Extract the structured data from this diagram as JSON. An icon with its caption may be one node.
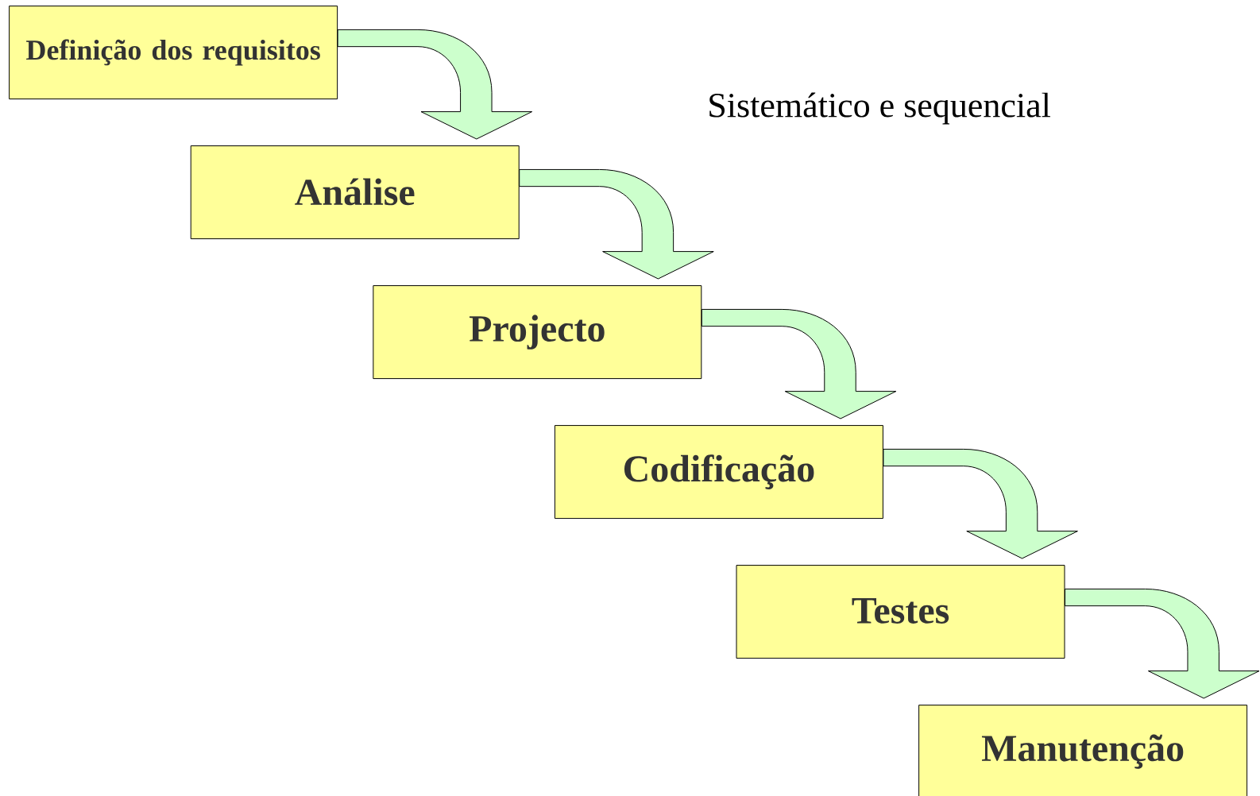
{
  "diagram": {
    "nodes": [
      {
        "text": [
          "Definição dos requisitos"
        ]
      },
      {
        "text": [
          "Análise"
        ]
      },
      {
        "text": [
          "Projecto"
        ]
      },
      {
        "text": [
          "Codificação"
        ]
      },
      {
        "text": [
          "Testes"
        ]
      },
      {
        "text": [
          "Manutenção"
        ]
      }
    ],
    "edges": [
      {
        "from": 0,
        "to": 1,
        "arrow": "to"
      },
      {
        "from": 1,
        "to": 2,
        "arrow": "to"
      },
      {
        "from": 2,
        "to": 3,
        "arrow": "to"
      },
      {
        "from": 3,
        "to": 4,
        "arrow": "to"
      },
      {
        "from": 4,
        "to": 5,
        "arrow": "to"
      }
    ],
    "labels": [
      "Sistemático e sequencial"
    ]
  }
}
